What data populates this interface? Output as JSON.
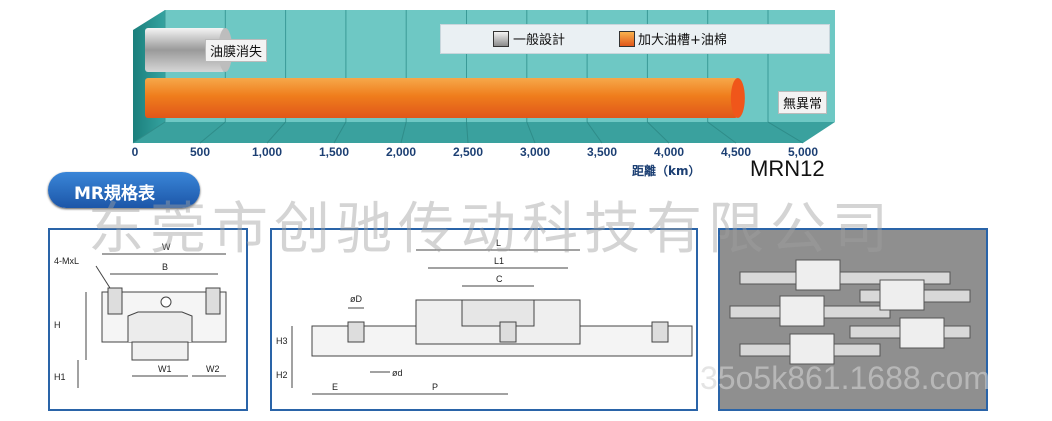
{
  "chart_data": {
    "type": "bar",
    "orientation": "horizontal",
    "x_ticks": [
      "0",
      "500",
      "1,000",
      "1,500",
      "2,000",
      "2,500",
      "3,000",
      "3,500",
      "4,000",
      "4,500",
      "5,000"
    ],
    "xlim": [
      0,
      5000
    ],
    "xlabel": "距離（km）",
    "title": "MRN12",
    "grid": true,
    "legend_position": "top-right",
    "series": [
      {
        "name": "一般設計",
        "value": 500,
        "annotation": "油膜消失",
        "color": "#c8c8c8"
      },
      {
        "name": "加大油槽+油棉",
        "value": 4750,
        "annotation": "無異常",
        "color": "#f08a24"
      }
    ]
  },
  "section": {
    "title": "MR規格表"
  },
  "diagram_front": {
    "labels": [
      "W",
      "B",
      "4-MxL",
      "H",
      "H1",
      "W1",
      "W2"
    ]
  },
  "diagram_side": {
    "labels": [
      "L",
      "L1",
      "C",
      "øD",
      "H3",
      "H2",
      "ød",
      "E",
      "P"
    ]
  },
  "watermark": {
    "company": "东莞市创驰传动科技有限公司",
    "site": "35o5k861.1688.com"
  },
  "colors": {
    "chart_bg": "#6ec8c4",
    "accent_blue": "#1f5fb0",
    "bar_orange": "#f08a24"
  }
}
